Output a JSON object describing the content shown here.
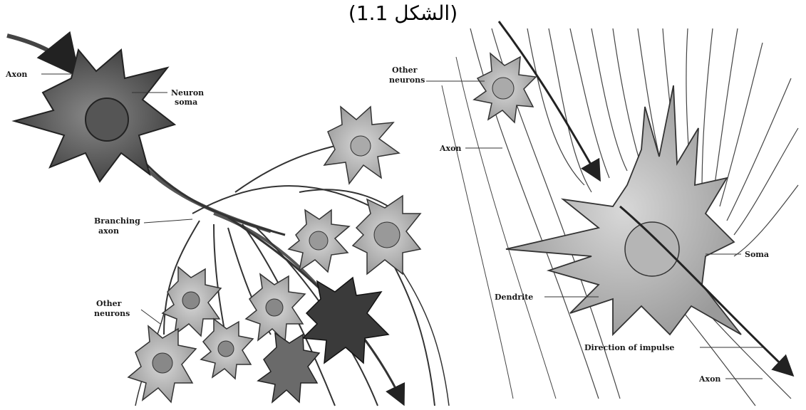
{
  "figure": {
    "caption": "(الشكل 1.1)"
  },
  "left_panel": {
    "labels": {
      "axon": "Axon",
      "neuron_soma_1": "Neuron",
      "neuron_soma_2": "soma",
      "branching_axon_1": "Branching",
      "branching_axon_2": "axon",
      "other_neurons_1": "Other",
      "other_neurons_2": "neurons"
    }
  },
  "right_panel": {
    "labels": {
      "other_neurons_1": "Other",
      "other_neurons_2": "neurons",
      "axon_upper": "Axon",
      "soma": "Soma",
      "dendrite": "Dendrite",
      "direction": "Direction of impulse",
      "axon_lower": "Axon"
    }
  }
}
